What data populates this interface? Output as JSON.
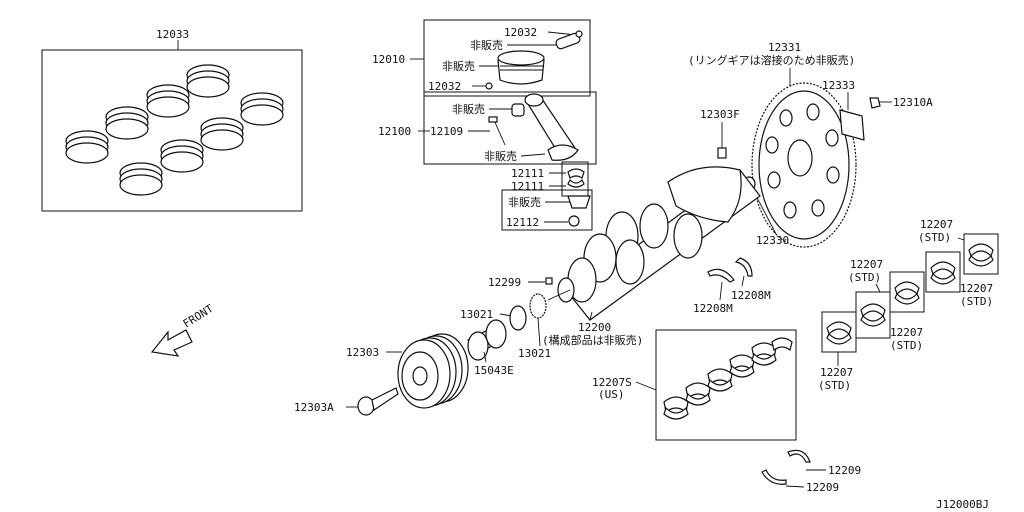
{
  "diagram_code": "J12000BJ",
  "front_label": "FRONT",
  "labels": {
    "p12033": "12033",
    "p12032_top": "12032",
    "p12010": "12010",
    "p_hanbai_pin": "非販売",
    "p_hanbai_piston": "非販売",
    "p12032_bot": "12032",
    "p12100": "12100",
    "p_hanbai_rod": "非販売",
    "p12109": "12109",
    "p_hanbai_cap": "非販売",
    "p12111_a": "12111",
    "p12111_b": "12111",
    "p_hanbai_bolt": "非販売",
    "p12112": "12112",
    "p12331": "12331",
    "p12331_note": "(リングギアは溶接のため非販売)",
    "p12333": "12333",
    "p12310A": "12310A",
    "p12303F": "12303F",
    "p12330": "12330",
    "p12299": "12299",
    "p13021_top": "13021",
    "p12303": "12303",
    "p15043E": "15043E",
    "p13021_bot": "13021",
    "p12200": "12200",
    "p12200_note": "(構成部品は非販売)",
    "p12303A": "12303A",
    "p12208M_a": "12208M",
    "p12208M_b": "12208M",
    "p12207S": "12207S",
    "p12207S_note": "(US)",
    "p12209_a": "12209",
    "p12209_b": "12209",
    "p12207_1": "12207",
    "p12207_1_std": "(STD)",
    "p12207_2": "12207",
    "p12207_2_std": "(STD)",
    "p12207_3": "12207",
    "p12207_3_std": "(STD)",
    "p12207_4": "12207",
    "p12207_4_std": "(STD)",
    "p12207_5": "12207",
    "p12207_5_std": "(STD)"
  }
}
